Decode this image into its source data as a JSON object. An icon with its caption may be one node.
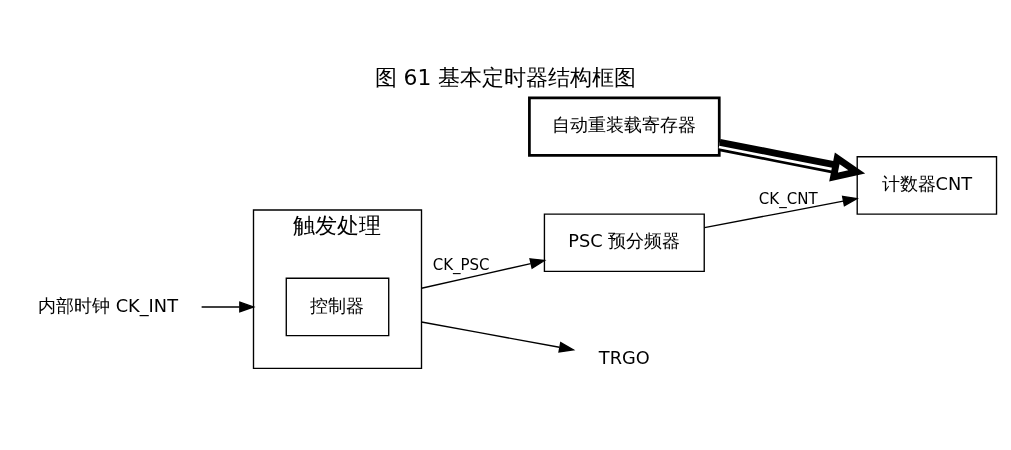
{
  "diagram": {
    "title": "图 61 基本定时器结构框图",
    "nodes": [
      {
        "text": [
          "自动重装载寄存器"
        ]
      },
      {
        "text": [
          "计数器CNT"
        ]
      },
      {
        "text": [
          "PSC 预分频器"
        ]
      },
      {
        "text": [
          "触发处理"
        ]
      },
      {
        "text": [
          "控制器"
        ],
        "in": 3
      },
      {
        "text": [
          "内部时钟 CK_INT"
        ]
      },
      {
        "text": [
          "TRGO"
        ]
      }
    ],
    "edges": [
      {
        "from": 0,
        "to": 1,
        "arrow": "to",
        "style": "thick"
      },
      {
        "from": 2,
        "to": 1,
        "arrow": "to",
        "label": "CK_CNT"
      },
      {
        "from": 3,
        "to": 2,
        "arrow": "to",
        "label": "CK_PSC"
      },
      {
        "from": 5,
        "to": 3,
        "arrow": "to"
      },
      {
        "from": 3,
        "to": 6,
        "arrow": "to"
      }
    ]
  }
}
